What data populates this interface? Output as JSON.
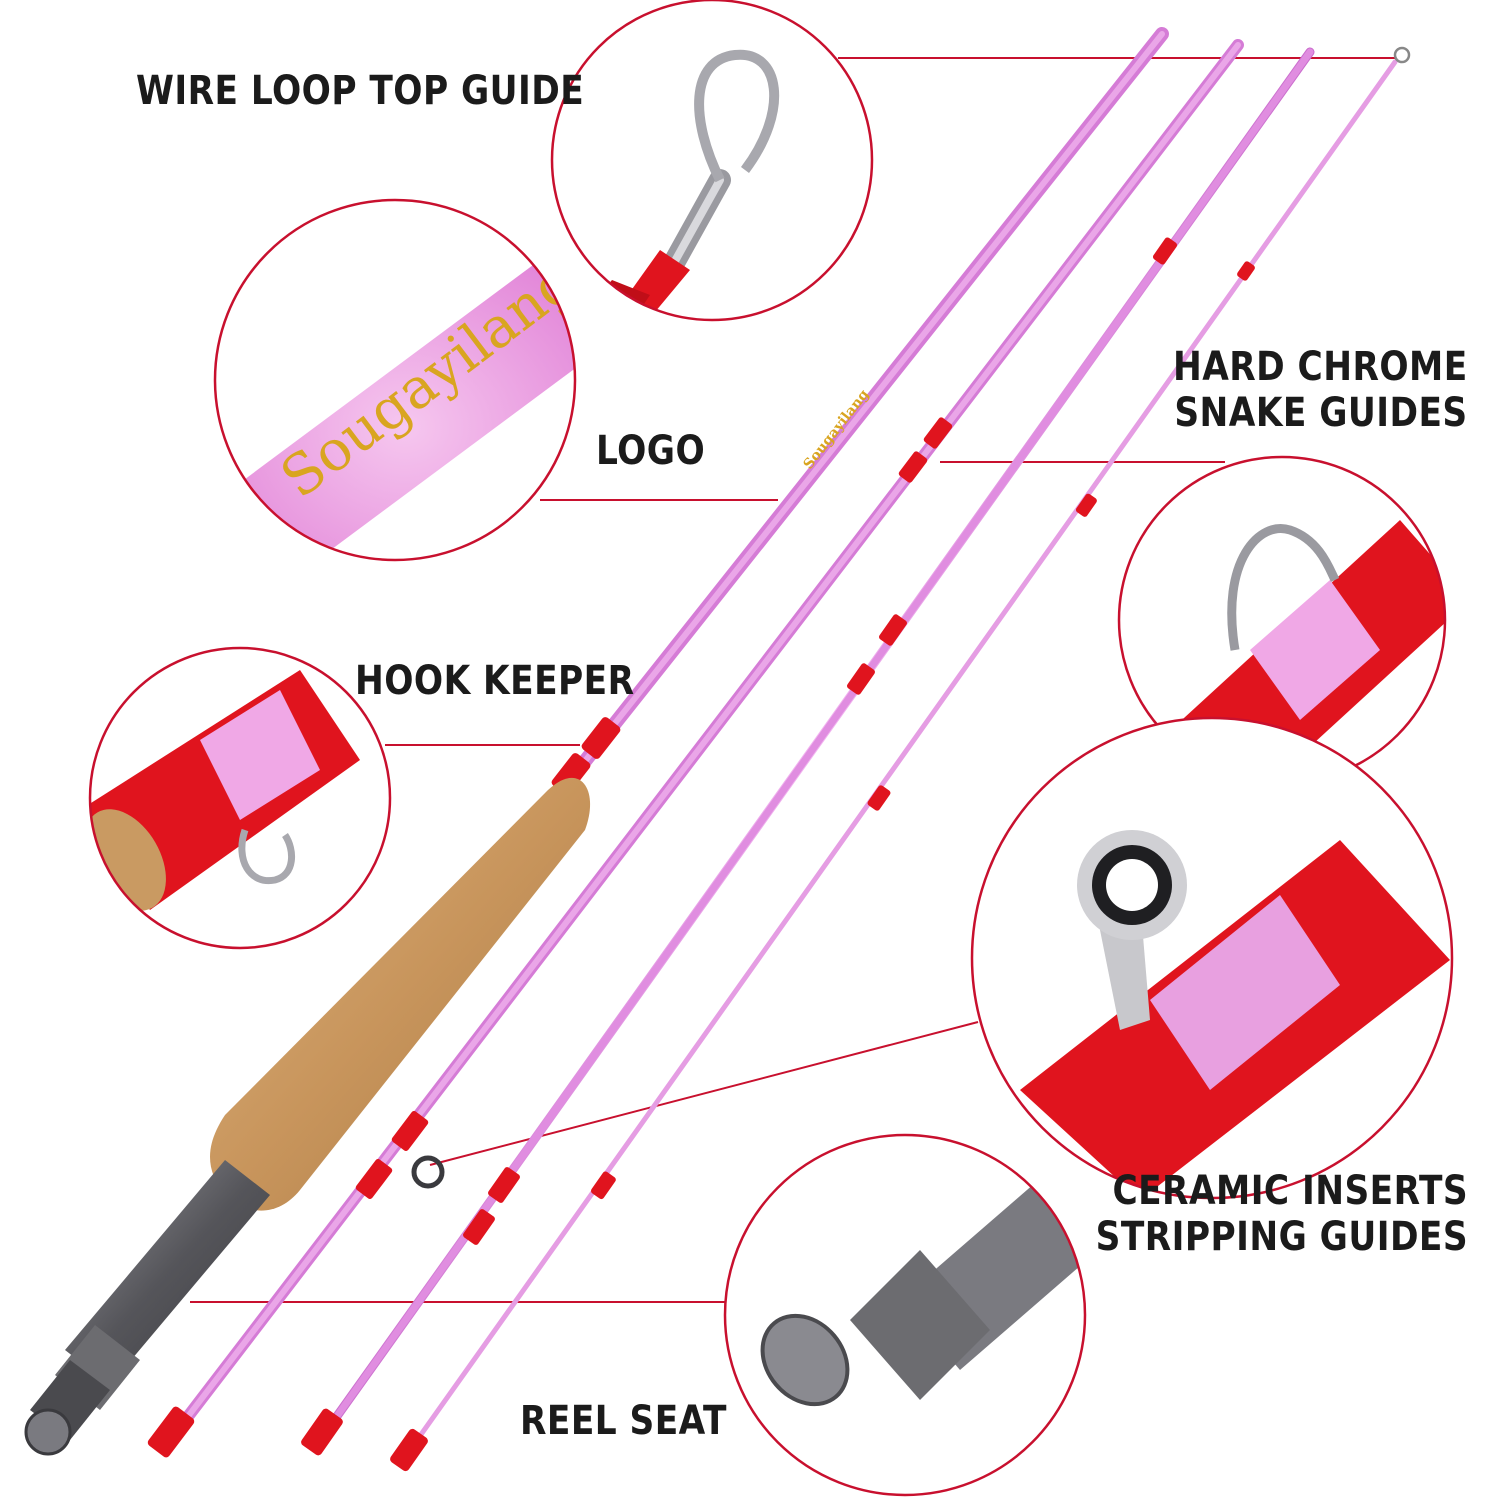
{
  "colors": {
    "rod_blank": "#e08de0",
    "thread_wrap": "#e0141e",
    "cork": "#c99a62",
    "reel_seat": "#6c6c70",
    "callout_circle": "#c8102e",
    "callout_line": "#c8102e",
    "label_text": "#1b1b1b",
    "logo_gold": "#d9a520"
  },
  "labels": {
    "wire_loop": "WIRE LOOP TOP GUIDE",
    "logo": "LOGO",
    "hard_chrome_line1": "HARD CHROME",
    "hard_chrome_line2": "SNAKE GUIDES",
    "hook_keeper": "HOOK KEEPER",
    "ceramic_line1": "CERAMIC INSERTS",
    "ceramic_line2": "STRIPPING GUIDES",
    "reel_seat": "REEL SEAT"
  },
  "logo_text": "Sougayilang",
  "callouts": [
    {
      "name": "wire-loop-top-guide",
      "icon": "wire-loop-guide-icon"
    },
    {
      "name": "logo",
      "icon": "rod-logo-icon"
    },
    {
      "name": "hook-keeper",
      "icon": "hook-keeper-icon"
    },
    {
      "name": "hard-chrome-snake-guides",
      "icon": "snake-guide-icon"
    },
    {
      "name": "ceramic-inserts-stripping-guides",
      "icon": "ceramic-guide-icon"
    },
    {
      "name": "reel-seat",
      "icon": "reel-seat-icon"
    }
  ]
}
